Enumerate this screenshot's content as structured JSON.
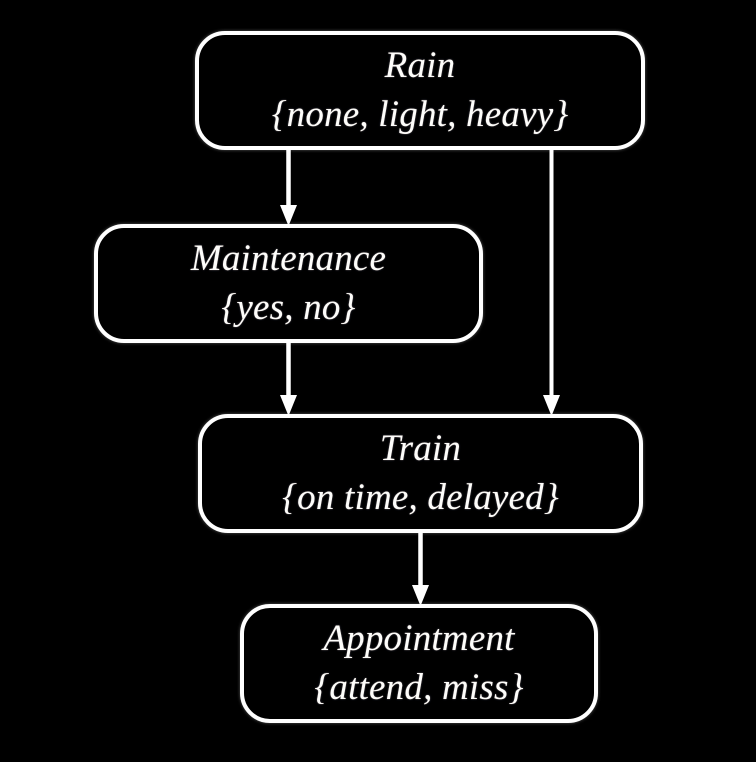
{
  "diagram": {
    "type": "bayesian-network",
    "title": "",
    "background_color": "#000000",
    "node_border_color": "#ffffff",
    "node_fill_color": "#000000",
    "text_color": "#fdfdfb",
    "edge_color": "#ffffff",
    "nodes": [
      {
        "id": "rain",
        "name": "Rain",
        "states": "{none, light, heavy}",
        "states_list": [
          "none",
          "light",
          "heavy"
        ]
      },
      {
        "id": "maintenance",
        "name": "Maintenance",
        "states": "{yes, no}",
        "states_list": [
          "yes",
          "no"
        ]
      },
      {
        "id": "train",
        "name": "Train",
        "states": "{on time, delayed}",
        "states_list": [
          "on time",
          "delayed"
        ]
      },
      {
        "id": "appointment",
        "name": "Appointment",
        "states": "{attend, miss}",
        "states_list": [
          "attend",
          "miss"
        ]
      }
    ],
    "edges": [
      {
        "id": "rain-maintenance",
        "from": "Rain",
        "to": "Maintenance",
        "arrow": "down-arrow-icon"
      },
      {
        "id": "rain-train",
        "from": "Rain",
        "to": "Train",
        "arrow": "down-arrow-icon"
      },
      {
        "id": "maintenance-train",
        "from": "Maintenance",
        "to": "Train",
        "arrow": "down-arrow-icon"
      },
      {
        "id": "train-appointment",
        "from": "Train",
        "to": "Appointment",
        "arrow": "down-arrow-icon"
      }
    ]
  }
}
